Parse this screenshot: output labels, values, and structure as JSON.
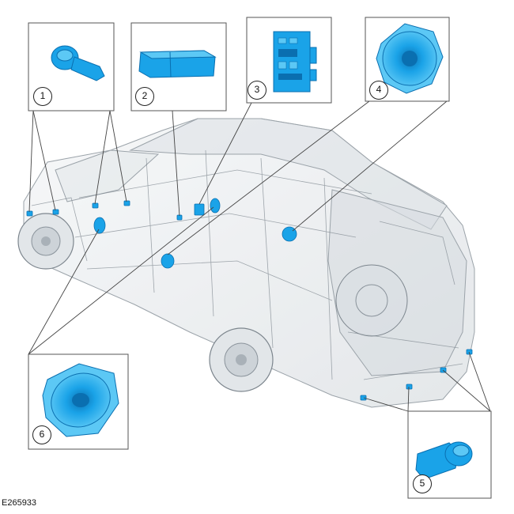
{
  "figure_id": "E265933",
  "callouts": [
    {
      "number": "1",
      "part": "parking-aid-sensor-front"
    },
    {
      "number": "2",
      "part": "module"
    },
    {
      "number": "3",
      "part": "body-control-module"
    },
    {
      "number": "4",
      "part": "speaker-rear"
    },
    {
      "number": "5",
      "part": "parking-aid-sensor-rear"
    },
    {
      "number": "6",
      "part": "speaker-front"
    }
  ],
  "colors": {
    "part_blue": "#1aa3e8",
    "part_blue_dark": "#0a6fb0",
    "vehicle_gray": "#9aa3ab",
    "leader_line": "#444444"
  }
}
